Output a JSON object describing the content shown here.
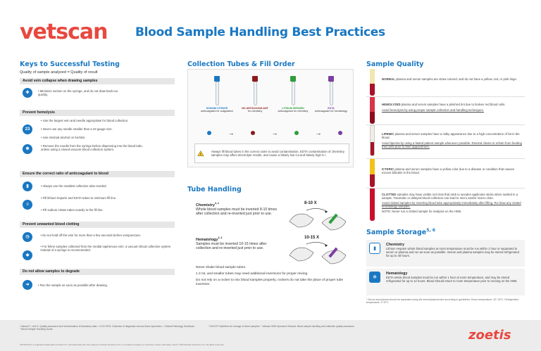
{
  "header": {
    "logo": "vetscan",
    "title": "Blood Sample Handling Best Practices"
  },
  "keys": {
    "title": "Keys to Successful Testing",
    "subtitle": "Quality of sample analyzed = Quality of result",
    "groups": [
      {
        "heading": "Avoid vein collapse when drawing samples",
        "items": [
          "• Minimize suction on the syringe, and do not draw back too quickly."
        ]
      },
      {
        "heading": "Prevent hemolysis",
        "items": [
          "• Use the largest vein and needle appropriate for blood collection.",
          "• Never use any needle smaller than a 23 gauge size.",
          "• Use minimal alcohol on fur/skin.",
          "• Remove the needle from the syringe before dispensing into the blood tube, unless using a closed vacuum blood collection system."
        ]
      },
      {
        "heading": "Ensure the correct ratio of anticoagulant to blood",
        "items": [
          "• Always use the smallest collection tube needed.",
          "• Fill lithium heparin and EDTA tubes to minimum fill line.",
          "• Fill sodium citrate tubes exactly to the fill line."
        ]
      },
      {
        "heading": "Prevent unwanted blood clotting",
        "items": [
          "• Do not hold off the vein for more than a few seconds before venipuncture.",
          "• For feline samples collected from the medial saphenous vein: a vacuum blood collection system instead of a syringe is recommended."
        ]
      },
      {
        "heading": "Do not allow samples to degrade",
        "items": [
          "• Run the sample as soon as possible after drawing."
        ]
      }
    ]
  },
  "tubes": {
    "title": "Collection Tubes & Fill Order",
    "items": [
      {
        "name": "SODIUM CITRATE",
        "use": "anticoagulant for coagulation",
        "cap": "#1a78c2"
      },
      {
        "name": "NO ANTICOAGULANT",
        "use": "for chemistry",
        "cap": "#8b1a1a"
      },
      {
        "name": "LITHIUM HEPARIN",
        "use": "anticoagulant for chemistry",
        "cap": "#2e9e3a"
      },
      {
        "name": "EDTA",
        "use": "anticoagulant for hematology",
        "cap": "#7b3fa0"
      }
    ],
    "warning": "Always fill blood tubes in the correct order to avoid contamination. EDTA contamination of chemistry samples may affect electrolyte results, and cause a falsely low Ca and falsely high K+."
  },
  "handling": {
    "title": "Tube Handling",
    "chem_title": "Chemistry",
    "chem_sup": "3, 4",
    "chem_text": "Whole blood samples must be inverted 8-10 times after collection and re-inverted just prior to use.",
    "chem_count": "8-10 X",
    "hema_title": "Hematology",
    "hema_sup": "3, 4",
    "hema_text": "Samples must be inverted 10-15 times after collection and re-inverted just prior to use.",
    "hema_count": "10-15 X",
    "notes": [
      "Never shake blood sample tubes.",
      "1.3 mL and smaller tubes may need additional inversions for proper mixing.",
      "Do not rely on a rocker to mix blood samples properly; rockers do not take the place of proper tube inversion."
    ]
  },
  "quality": {
    "title": "Sample Quality",
    "rows": [
      {
        "label": "NORMAL",
        "text": "plasma and serum samples are straw colored, and do not have a yellow, red, or pink tinge.",
        "note": "",
        "color": "#f3e6b0"
      },
      {
        "label": "HEMOLYZED",
        "text": "plasma and serum samples have a pink/red tint due to broken red blood cells.",
        "note": "Avoid hemolysis by using proper sample collection and handling techniques.",
        "color": "#d8344a"
      },
      {
        "label": "LIPEMIC",
        "text": "plasma and serum samples have a milky appearance due to a high concentration of fat in the blood.",
        "note": "Avoid lipemia by using a fasted patient sample whenever possible. Remind clients to refrain from feeding their pets prior to their appointment.",
        "color": "#f0ede4"
      },
      {
        "label": "ICTERIC",
        "text": "plasma and serum samples have a yellow color due to a disease or condition that causes excess bilirubin in the blood.",
        "note": "",
        "color": "#f2c21a"
      },
      {
        "label": "CLOTTED",
        "text": "samples may have visible red clots that stick to wooden applicator sticks when swirled in a sample. Traumatic or delayed blood collection can lead to micro and/or macro clots.",
        "note": "Avoid clotted samples by inverting blood tube appropriately immediately after filling. Re-draw any clotted hematology samples.",
        "note2": "NOTE: Never run a clotted sample for analysis on the HM5.",
        "color": "#c8102e"
      }
    ]
  },
  "storage": {
    "title": "Sample Storage",
    "sup": "5, 6",
    "chem_title": "Chemistry",
    "chem_text": "Lithium Heparin whole blood samples at room temperature must be run within 1 hour or separated to serum or plasma and run as soon as possible. Serum and plasma samples may be stored refrigerated for up to 48 hours.",
    "hema_title": "Hematology",
    "hema_text": "EDTA whole blood samples must be run within 1 hour at room temperature, and may be stored refrigerated for up to 12 hours. Blood should return to room temperature prior to running on the HM5.",
    "footnote": "* Serum and plasma should be separated using the serum/plasma tube according to guidelines. Room temperature: 20°-25°C. Refrigerated temperature: 2°-8°C."
  },
  "footer": {
    "refs_left": "¹ Hasan P., Lind D. Quality assurance and harmonization of laboratory data. ² CLSI GP41 Collection of diagnostic venous blood specimens. ³ Clinical Pathology Handbook. ⁴ Blood Sample Handling Guide.",
    "refs_right": "⁵ ASVCP Guidelines for storage of blood samples. ⁶ Vetscan HM5 Operator's Manual. Blood sample handling and collection quality assurance.",
    "legal": "VETSCAN is a registered trademark of Zoetis Inc. All trademarks are the property of Zoetis Services LLC or a related company or a licensor unless otherwise noted. ©2019 Zoetis Services LLC. All rights reserved.",
    "brand": "zoetis"
  }
}
